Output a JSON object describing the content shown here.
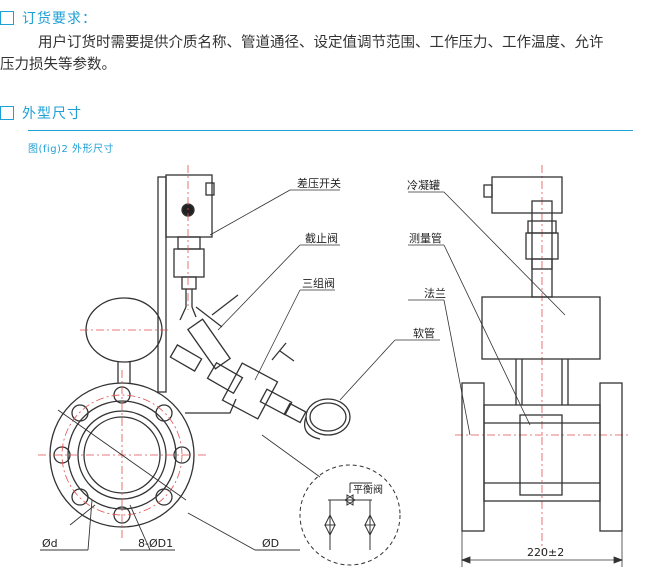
{
  "section1": {
    "title": "订货要求："
  },
  "order_text": {
    "line1": "用户订货时需要提供介质名称、管道通径、设定值调节范围、工作压力、工作温度、允许",
    "line2": "压力损失等参数。"
  },
  "section2": {
    "title": "外型尺寸"
  },
  "figure": {
    "caption": "图(fig)2  外形尺寸",
    "labels": {
      "pressure_switch": "差压开关",
      "stop_valve": "截止阀",
      "three_valve": "三组阀",
      "hose": "软管",
      "condensate_tank": "冷凝罐",
      "measuring_tube": "测量管",
      "flange": "法兰",
      "balance_valve": "平衡阀",
      "dim_d": "Ød",
      "dim_holes": "8-ØD1",
      "dim_D": "ØD",
      "dim_length": "220±2"
    }
  },
  "colors": {
    "accent": "#1e9fd6",
    "centerline": "#e05050",
    "line": "#333333"
  }
}
